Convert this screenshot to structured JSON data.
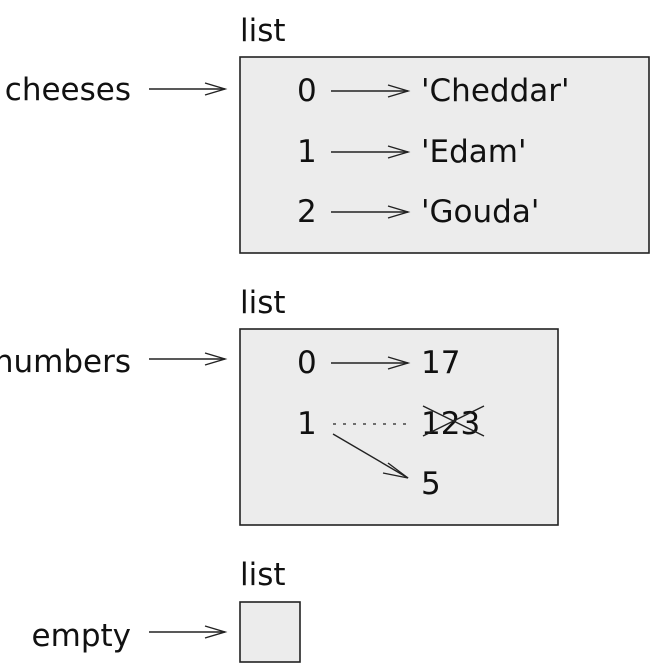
{
  "lists": [
    {
      "variable": "cheeses",
      "type_label": "list",
      "items": [
        {
          "index": "0",
          "value": "'Cheddar'"
        },
        {
          "index": "1",
          "value": "'Edam'"
        },
        {
          "index": "2",
          "value": "'Gouda'"
        }
      ]
    },
    {
      "variable": "numbers",
      "type_label": "list",
      "items": [
        {
          "index": "0",
          "value": "17"
        },
        {
          "index": "1",
          "old_value": "123",
          "value": "5"
        }
      ]
    },
    {
      "variable": "empty",
      "type_label": "list",
      "items": []
    }
  ]
}
